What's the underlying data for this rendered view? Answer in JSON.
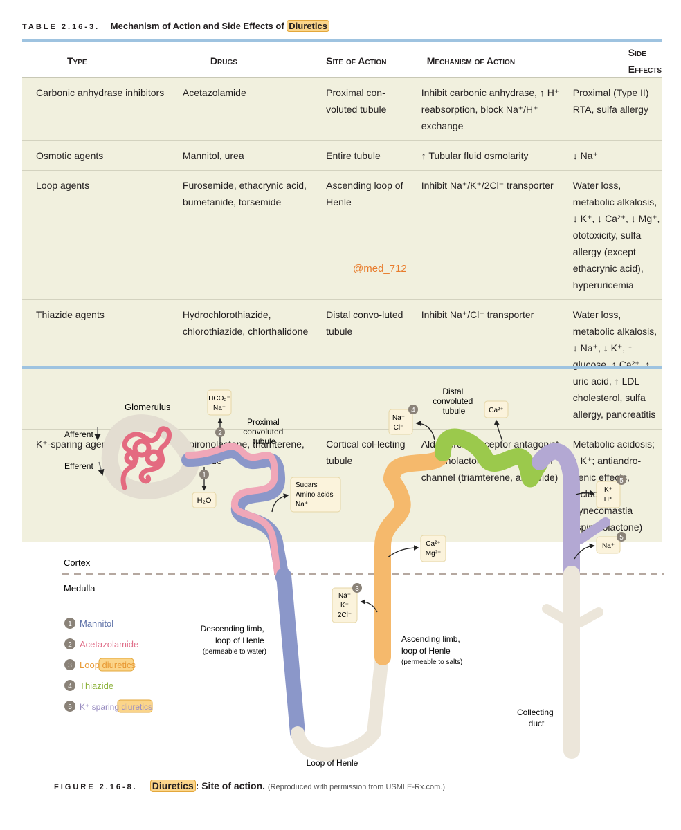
{
  "table": {
    "number": "TABLE 2.16-3.",
    "title_prefix": "Mechanism of Action and Side Effects of",
    "title_highlight": "Diuretics",
    "headers": [
      "Type",
      "Drugs",
      "Site of Action",
      "Mechanism of Action",
      "Side Effects"
    ],
    "rows": [
      [
        "Carbonic anhydrase inhibitors",
        "Acetazolamide",
        "Proximal con-voluted tubule",
        "Inhibit carbonic anhydrase, ↑ H⁺ reabsorption, block Na⁺/H⁺ exchange",
        "Proximal (Type II) RTA, sulfa allergy"
      ],
      [
        "Osmotic agents",
        "Mannitol, urea",
        "Entire tubule",
        "↑ Tubular fluid osmolarity",
        "↓ Na⁺"
      ],
      [
        "Loop agents",
        "Furosemide, ethacrynic acid, bumetanide, torsemide",
        "Ascending loop of Henle",
        "Inhibit Na⁺/K⁺/2Cl⁻ transporter",
        "Water loss, metabolic alkalosis, ↓ K⁺, ↓ Ca²⁺, ↓ Mg⁺, ototoxicity, sulfa allergy (except ethacrynic acid), hyperuricemia"
      ],
      [
        "Thiazide agents",
        "Hydrochlorothiazide, chlorothiazide, chlorthalidone",
        "Distal convo-luted tubule",
        "Inhibit Na⁺/Cl⁻ transporter",
        "Water loss, metabolic alkalosis, ↓ Na⁺, ↓ K⁺, ↑ glucose, ↑ Ca²⁺, ↑ uric acid, ↑ LDL cholesterol, sulfa allergy, pancreatitis"
      ],
      [
        "K⁺-sparing agents",
        "Spironolactone, triamterene, amiloride",
        "Cortical col-lecting tubule",
        "Aldosterone receptor antagonist (spironolactone); block sodium channel (triamterene, amiloride)",
        "Metabolic acidosis; ↑ K⁺; antiandro-genic effects, including gynecomastia (spironolactone)"
      ]
    ],
    "watermark": "@med_712"
  },
  "figure": {
    "labels": {
      "glomerulus": "Glomerulus",
      "afferent": "Afferent",
      "efferent": "Efferent",
      "proximal": [
        "Proximal",
        "convoluted",
        "tubule"
      ],
      "distal": [
        "Distal",
        "convoluted",
        "tubule"
      ],
      "cortex": "Cortex",
      "medulla": "Medulla",
      "descending": [
        "Descending limb,",
        "loop of Henle",
        "(permeable to water)"
      ],
      "ascending": [
        "Ascending limb,",
        "loop of Henle",
        "(permeable to salts)"
      ],
      "loop": "Loop of Henle",
      "collecting": [
        "Collecting",
        "duct"
      ]
    },
    "boxes": {
      "hco3": [
        "HCO₃⁻",
        "Na⁺"
      ],
      "h2o": [
        "H₂O"
      ],
      "sugars": [
        "Sugars",
        "Amino acids",
        "Na⁺"
      ],
      "nacl": [
        "Na⁺",
        "Cl⁻"
      ],
      "ca_distal": [
        "Ca²⁺"
      ],
      "ca_mg": [
        "Ca²⁺",
        "Mg²⁺"
      ],
      "nak2cl": [
        "Na⁺",
        "K⁺",
        "2Cl⁻"
      ],
      "kh": [
        "K⁺",
        "H⁺"
      ],
      "na_collect": [
        "Na⁺"
      ]
    },
    "legend": [
      {
        "num": "1",
        "label": "Mannitol",
        "color": "#5b6fa6"
      },
      {
        "num": "2",
        "label": "Acetazolamide",
        "color": "#e0708a"
      },
      {
        "num": "3",
        "label_prefix": "Loop ",
        "label_highlight": "diuretics",
        "color": "#e89a35"
      },
      {
        "num": "4",
        "label": "Thiazide",
        "color": "#8cb23a"
      },
      {
        "num": "5",
        "label_prefix": "K⁺ sparing ",
        "label_highlight": "diuretics",
        "color": "#9b8fc2"
      }
    ],
    "colors": {
      "pink": "#f0a7b8",
      "blue": "#8b97c9",
      "orange": "#f5b96c",
      "green": "#9bc94c",
      "purple": "#b3a8d3",
      "cream": "#ece6da",
      "box_fill": "#fbf3dc",
      "box_stroke": "#e5d6a6",
      "badge": "#8a8278"
    }
  },
  "caption": {
    "number": "FIGURE 2.16-8.",
    "highlight": "Diuretics",
    "title_rest": ": Site of action.",
    "source": "(Reproduced with permission from USMLE-Rx.com.)"
  }
}
